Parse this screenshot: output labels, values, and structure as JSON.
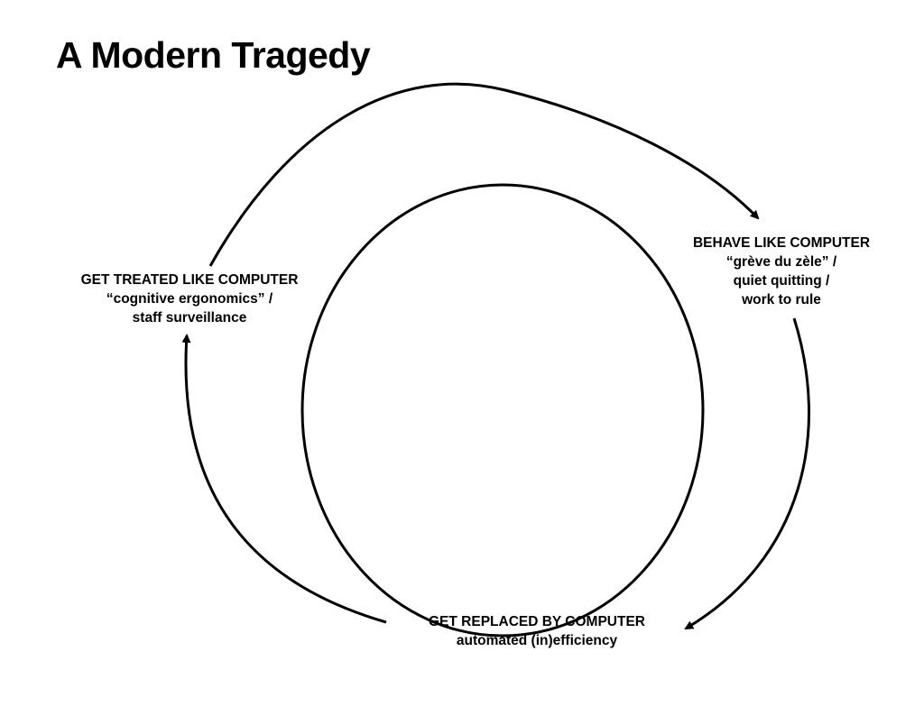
{
  "title": "A Modern Tragedy",
  "nodes": {
    "treated": {
      "heading": "GET TREATED LIKE COMPUTER",
      "lines": [
        "“cognitive ergonomics” /",
        "staff surveillance"
      ]
    },
    "behave": {
      "heading": "BEHAVE LIKE COMPUTER",
      "lines": [
        "“grève du zèle” /",
        "quiet quitting /",
        "work to rule"
      ]
    },
    "replaced": {
      "heading": "GET REPLACED BY COMPUTER",
      "lines": [
        "automated (in)efficiency"
      ]
    }
  }
}
